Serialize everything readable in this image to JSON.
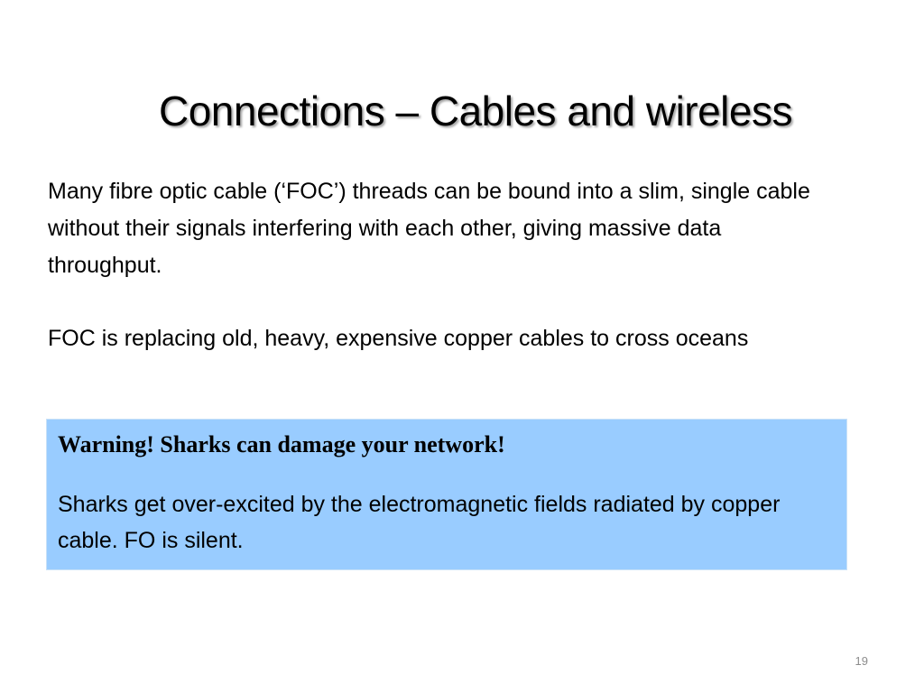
{
  "slide": {
    "title": "Connections – Cables and wireless",
    "paragraphs": [
      "Many fibre optic cable (‘FOC’) threads can be bound into a slim, single cable without their signals interfering with each other, giving massive data throughput.",
      "FOC is replacing old, heavy, expensive copper cables to cross oceans"
    ],
    "callout": {
      "heading": "Warning!  Sharks can damage your network!",
      "text": "Sharks get over-excited by the electromagnetic fields radiated by copper cable.  FO is silent.",
      "background_color": "#99ccff"
    },
    "page_number": "19"
  }
}
